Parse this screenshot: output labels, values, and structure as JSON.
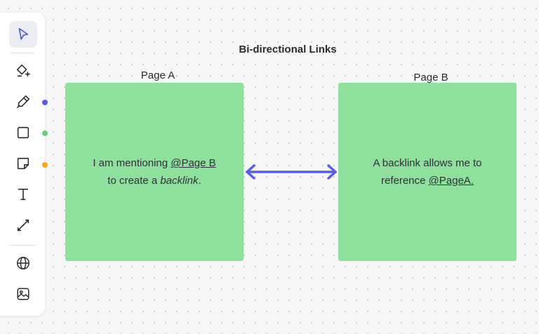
{
  "canvas": {
    "title": "Bi-directional Links"
  },
  "toolbar": {
    "tools": [
      {
        "icon": "pointer-icon",
        "active": true
      },
      {
        "icon": "shapes-add-icon"
      },
      {
        "icon": "pen-icon"
      },
      {
        "icon": "rectangle-icon"
      },
      {
        "icon": "sticky-note-icon"
      },
      {
        "icon": "text-icon"
      },
      {
        "icon": "connector-icon"
      },
      {
        "icon": "globe-icon"
      },
      {
        "icon": "image-icon"
      }
    ],
    "pen_color": "#5b5be8",
    "shape_color": "#72c97e",
    "sticky_color": "#f5a623"
  },
  "page_a": {
    "label": "Page A",
    "text_before": "I am mentioning ",
    "mention": "@Page B",
    "text_line2_before": "to create a ",
    "emphasis": "backlink",
    "text_end": "."
  },
  "page_b": {
    "label": "Page B",
    "text_line1": "A backlink allows me to",
    "text_line2_before": "reference ",
    "mention": "@PageA."
  },
  "colors": {
    "card": "#8ee09c",
    "arrow": "#5b5be8"
  }
}
